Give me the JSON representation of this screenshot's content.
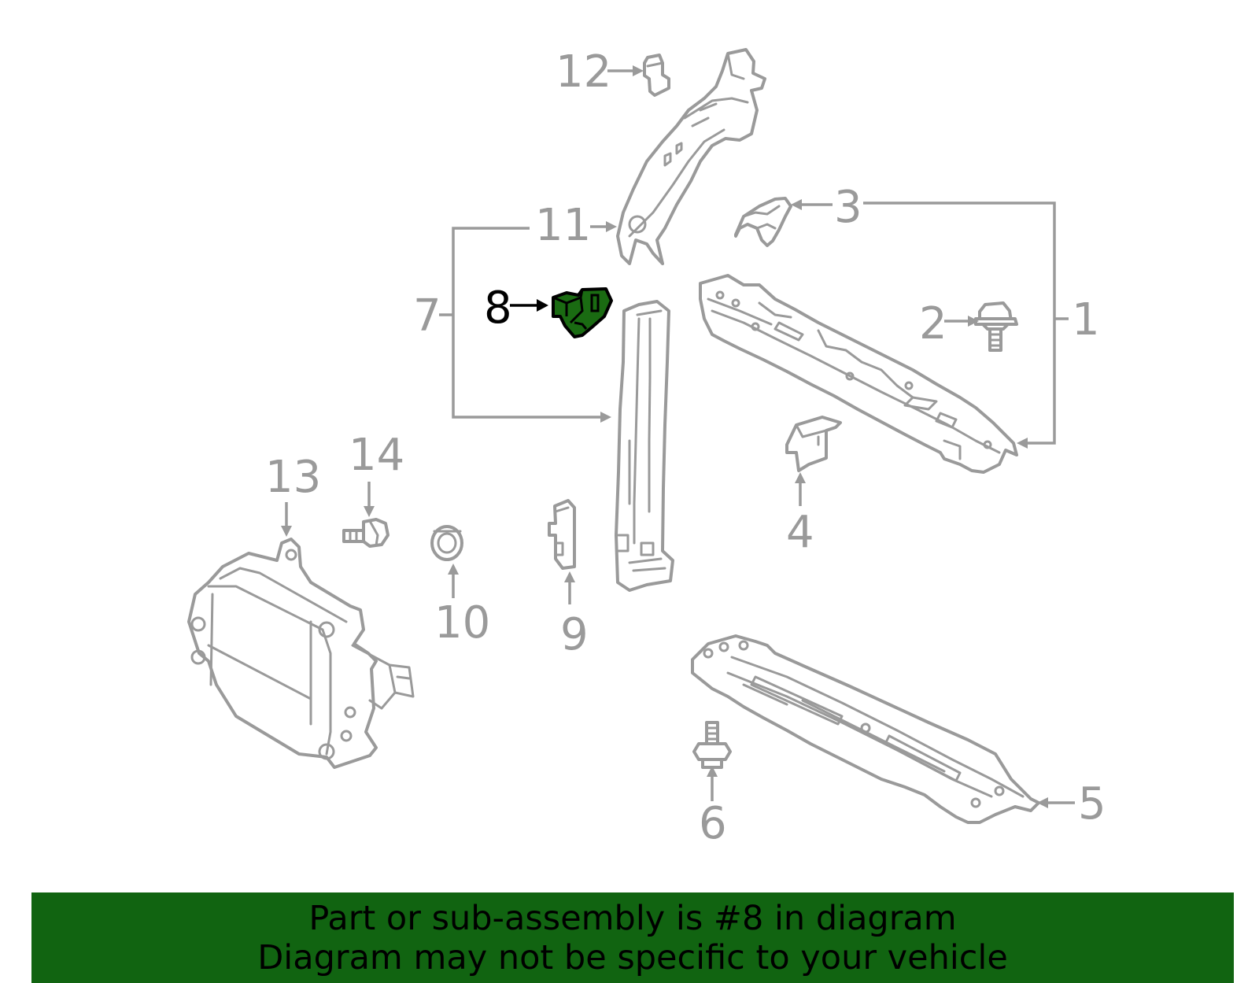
{
  "diagram": {
    "labels": {
      "l1": "1",
      "l2": "2",
      "l3": "3",
      "l4": "4",
      "l5": "5",
      "l6": "6",
      "l7": "7",
      "l8": "8",
      "l9": "9",
      "l10": "10",
      "l11": "11",
      "l12": "12",
      "l13": "13",
      "l14": "14"
    },
    "highlighted_part": "8",
    "colors": {
      "line": "#9a9a9a",
      "highlight_fill": "#1a6b12",
      "banner": "#116411"
    }
  },
  "banner": {
    "line1": "Part or sub-assembly is #8 in diagram",
    "line2": "Diagram may not be specific to your vehicle"
  }
}
